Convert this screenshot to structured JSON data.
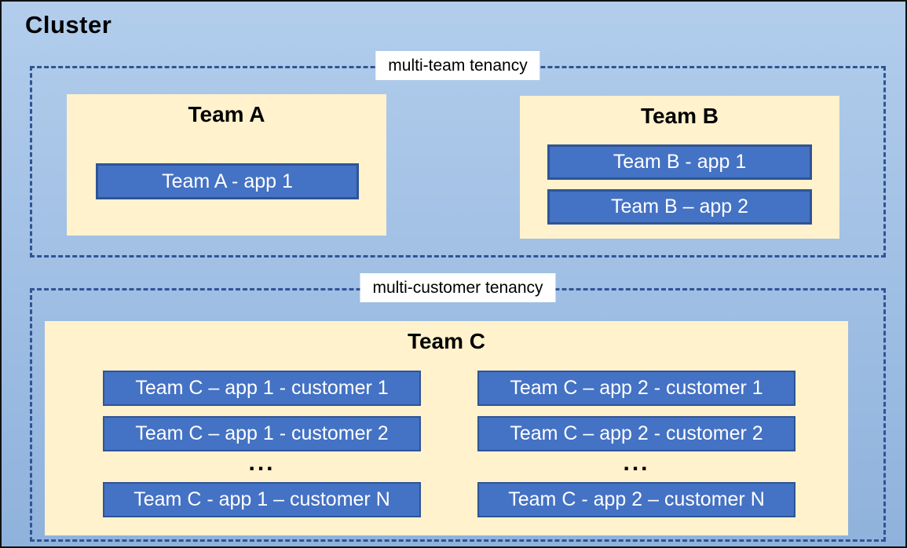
{
  "cluster": {
    "title": "Cluster"
  },
  "sections": [
    {
      "label": "multi-team tenancy",
      "teams": [
        {
          "name": "Team A",
          "apps": [
            "Team A - app 1"
          ]
        },
        {
          "name": "Team B",
          "apps": [
            "Team B - app 1",
            "Team B – app 2"
          ]
        }
      ]
    },
    {
      "label": "multi-customer tenancy",
      "teams": [
        {
          "name": "Team C",
          "columns": [
            {
              "apps": [
                "Team C – app 1 - customer 1",
                "Team C – app 1 - customer 2"
              ],
              "more": "...",
              "last_app": "Team C - app 1 – customer N"
            },
            {
              "apps": [
                "Team C – app 2 - customer 1",
                "Team C – app 2 - customer 2"
              ],
              "more": "...",
              "last_app": "Team C - app 2 – customer N"
            }
          ]
        }
      ]
    }
  ],
  "colors": {
    "canvas_top": "#b2cdec",
    "canvas_bottom": "#8fb2dc",
    "dashed_border": "#2f5496",
    "team_fill": "#fff2cc",
    "app_fill": "#4472c4",
    "app_border": "#2f5496",
    "app_text": "#ffffff",
    "label_bg": "#ffffff",
    "title_text": "#000000"
  }
}
